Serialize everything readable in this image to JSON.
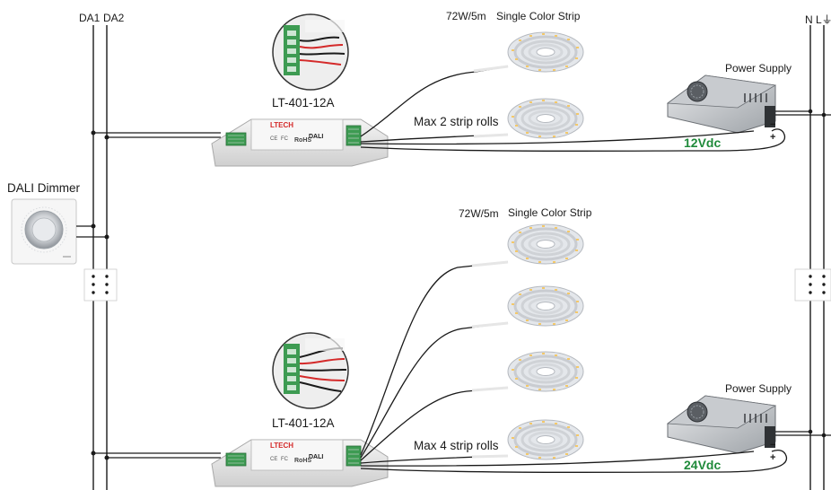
{
  "buses": {
    "da1": "DA1",
    "da2": "DA2",
    "mains": "N L⏚"
  },
  "dimmer": {
    "label": "DALI Dimmer"
  },
  "top_circuit": {
    "controller_label": "LT-401-12A",
    "strip_power": "72W/5m",
    "strip_type": "Single Color Strip",
    "max_rolls": "Max 2 strip rolls",
    "psu_label": "Power Supply",
    "voltage": "12Vdc"
  },
  "bottom_circuit": {
    "controller_label": "LT-401-12A",
    "strip_power": "72W/5m",
    "strip_type": "Single Color Strip",
    "max_rolls": "Max 4 strip rolls",
    "psu_label": "Power Supply",
    "voltage": "24Vdc"
  },
  "controller_face": {
    "brand": "LTECH",
    "bus_type": "DALI",
    "rohs": "RoHS",
    "ce": "CE",
    "fc": "FC"
  },
  "colors": {
    "voltage_green": "#1f8a3a",
    "wire_black": "#1a1a1a",
    "wire_red": "#d42a2a",
    "terminal_green": "#3d9b52",
    "strip_gray": "#d6d9de"
  }
}
